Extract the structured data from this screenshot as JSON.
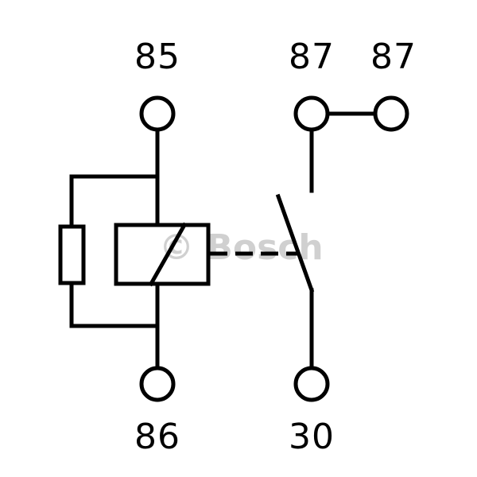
{
  "diagram": {
    "type": "relay-schematic",
    "terminals": {
      "t85": {
        "label": "85"
      },
      "t87a": {
        "label": "87"
      },
      "t87b": {
        "label": "87"
      },
      "t86": {
        "label": "86"
      },
      "t30": {
        "label": "30"
      }
    },
    "watermark": "© Bosch",
    "colors": {
      "line": "#000000",
      "background": "#ffffff",
      "watermark": "#cfcfcf"
    }
  }
}
